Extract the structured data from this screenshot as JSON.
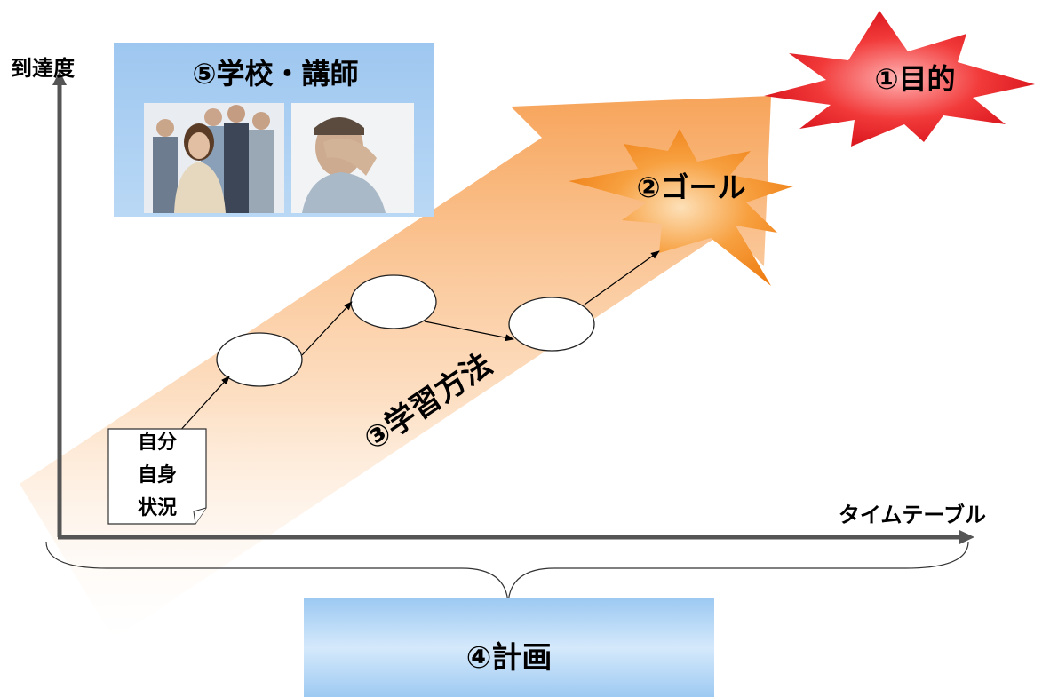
{
  "axes": {
    "y_label": "到達度",
    "x_label": "タイムテーブル"
  },
  "labels": {
    "purpose": "①目的",
    "goal": "②ゴール",
    "method": "③学習方法",
    "plan": "④計画",
    "school": "⑤学校・講師",
    "self_line1": "自分",
    "self_line2": "自身",
    "self_line3": "状況"
  },
  "colors": {
    "purpose_burst": "#e8141c",
    "goal_burst": "#f28a18",
    "arrow_band": "#f7a45a",
    "plan_box": "#a9d0f5",
    "axis": "#555555"
  },
  "icons": {
    "photo_group": "group-of-people-photo",
    "photo_stressed": "stressed-man-photo"
  }
}
